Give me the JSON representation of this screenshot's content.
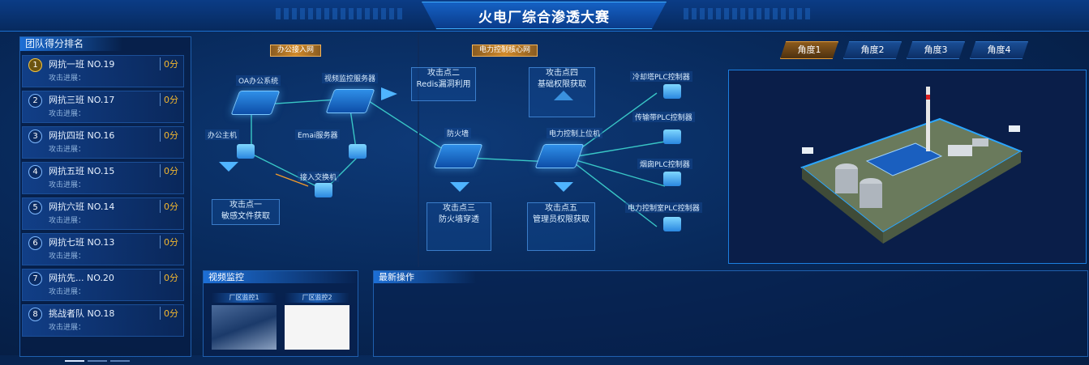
{
  "header": {
    "title": "火电厂综合渗透大赛"
  },
  "ranking": {
    "title": "团队得分排名",
    "progress_label": "攻击进展：",
    "teams": [
      {
        "rank": "1",
        "name": "网抗一班 NO.19",
        "score": "0分"
      },
      {
        "rank": "2",
        "name": "网抗三班 NO.17",
        "score": "0分"
      },
      {
        "rank": "3",
        "name": "网抗四班 NO.16",
        "score": "0分"
      },
      {
        "rank": "4",
        "name": "网抗五班 NO.15",
        "score": "0分"
      },
      {
        "rank": "5",
        "name": "网抗六班 NO.14",
        "score": "0分"
      },
      {
        "rank": "6",
        "name": "网抗七班 NO.13",
        "score": "0分"
      },
      {
        "rank": "7",
        "name": "网抗先...      NO.20",
        "score": "0分"
      },
      {
        "rank": "8",
        "name": "挑战者队 NO.18",
        "score": "0分"
      }
    ]
  },
  "network": {
    "office_zone": "办公接入网",
    "power_zone": "电力控制核心网",
    "oa": "OA办公系统",
    "video_server": "视频监控服务器",
    "office_host": "办公主机",
    "email_server": "Emai服务器",
    "access_switch": "接入交换机",
    "attack1": "攻击点一\n敏感文件获取",
    "attack2": "攻击点二\nRedis漏洞利用",
    "attack3": "攻击点三\n防火墙穿透",
    "attack4": "攻击点四\n基础权限获取",
    "attack5": "攻击点五\n管理员权限获取",
    "firewall": "防火墙",
    "upper_pc": "电力控制上位机",
    "plc1": "冷却塔PLC控制器",
    "plc2": "传输带PLC控制器",
    "plc3": "烟囱PLC控制器",
    "plc4": "电力控制室PLC控制器"
  },
  "angles": [
    "角度1",
    "角度2",
    "角度3",
    "角度4"
  ],
  "video": {
    "title": "视频监控",
    "cam1": "厂区监控1",
    "cam2": "厂区监控2"
  },
  "ops": {
    "title": "最新操作"
  }
}
